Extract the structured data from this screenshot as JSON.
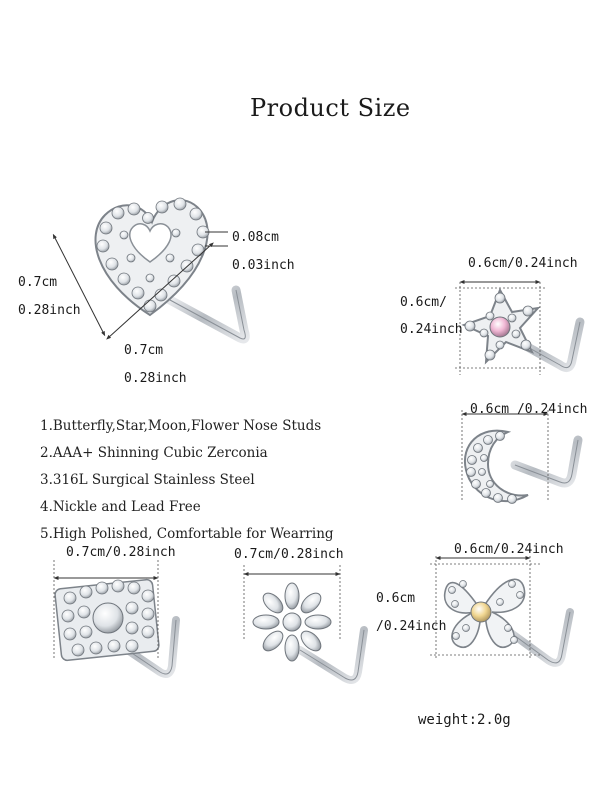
{
  "title": "Product Size",
  "heart": {
    "height_cm": "0.7cm",
    "height_in": "0.28inch",
    "width_cm": "0.7cm",
    "width_in": "0.28inch",
    "thick_cm": "0.08cm",
    "thick_in": "0.03inch"
  },
  "star": {
    "width": "0.6cm/0.24inch",
    "height_cm": "0.6cm/",
    "height_in": "0.24inch"
  },
  "moon": {
    "width": "0.6cm /0.24inch"
  },
  "features": [
    "1.Butterfly,Star,Moon,Flower Nose Studs",
    "2.AAA+ Shinning Cubic Zerconia",
    "3.316L Surgical Stainless Steel",
    "4.Nickle and Lead Free",
    "5.High Polished, Comfortable for Wearring"
  ],
  "bottom_left": {
    "width": "0.7cm/0.28inch"
  },
  "bottom_flower": {
    "width": "0.7cm/0.28inch"
  },
  "butterfly": {
    "width": "0.6cm/0.24inch",
    "height_cm": "0.6cm",
    "height_in": "/0.24inch"
  },
  "weight": "weight:2.0g",
  "colors": {
    "metal": "#c9cdd2",
    "metal_dark": "#8a9097",
    "gem_pink": "#e6a6c8",
    "gem_gold": "#e9c77a"
  }
}
